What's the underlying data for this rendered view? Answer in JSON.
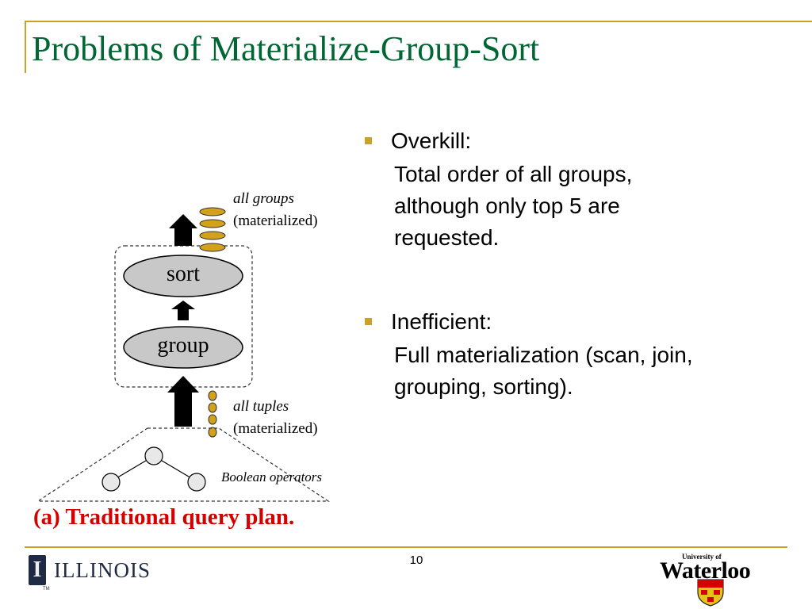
{
  "slide": {
    "title": "Problems of Materialize-Group-Sort",
    "page_number": "10"
  },
  "bullets": [
    {
      "heading": "Overkill:",
      "lines": [
        "Total order of all groups,",
        "although only top 5 are",
        "requested."
      ]
    },
    {
      "heading": "Inefficient:",
      "lines": [
        "Full materialization (scan, join,",
        "grouping, sorting)."
      ]
    }
  ],
  "diagram": {
    "nodes": {
      "sort": "sort",
      "group": "group"
    },
    "annotations": {
      "all_groups": "all groups",
      "all_groups_note": "(materialized)",
      "all_tuples": "all tuples",
      "all_tuples_note": "(materialized)",
      "boolean_operators": "Boolean operators"
    },
    "caption": "(a) Traditional query plan."
  },
  "footer": {
    "left_logo_text": "ILLINOIS",
    "left_logo_mark": "I",
    "left_logo_tm": "TM",
    "right_logo_small": "University of",
    "right_logo_name": "Waterloo"
  },
  "colors": {
    "title": "#006633",
    "accent_gold": "#c9a227",
    "caption_red": "#d40000",
    "node_fill": "#c8c8c8",
    "token_fill": "#d4a21a"
  },
  "icons": [
    "bullet-square-icon",
    "up-arrow-icon",
    "illinois-block-i-icon",
    "waterloo-crest-icon"
  ]
}
